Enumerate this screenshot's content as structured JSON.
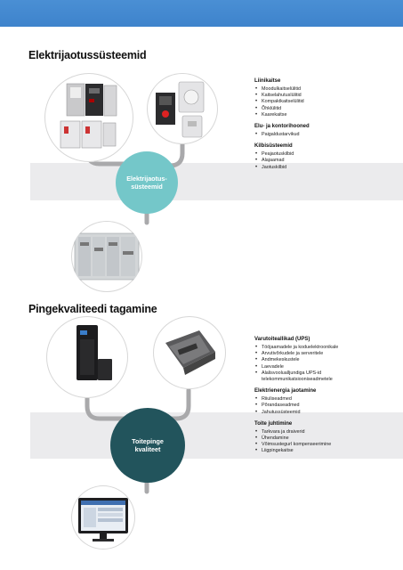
{
  "colors": {
    "topbar": "#3f86cf",
    "band": "#ebebed",
    "connector": "#a9a9ab",
    "teal_circle": "#74c7c9",
    "dark_circle": "#22545c"
  },
  "sections": [
    {
      "title": "Elektrijaotussüsteemid",
      "center_label_lines": [
        "Elektrijaotus-",
        "süsteemid"
      ],
      "photos": [
        "switchgear-breakers-photo",
        "safety-switches-photo",
        "distribution-cabinet-photo"
      ],
      "groups": [
        {
          "heading": "Liinikaitse",
          "items": [
            "Moodulkaitselülitid",
            "Kaitselahutuslülitid",
            "Kompaktkaitselülitid",
            "Õhklülitid",
            "Kaarekaitse"
          ]
        },
        {
          "heading": "Elu- ja kontorihooned",
          "items": [
            "Paigaldustarvikud"
          ]
        },
        {
          "heading": "Kilbisüsteemid",
          "items": [
            "Peajaotuskilbid",
            "Alajaamad",
            "Jaotuskilbid"
          ]
        }
      ]
    },
    {
      "title": "Pingekvaliteedi tagamine",
      "center_label_lines": [
        "Toitepinge",
        "kvaliteet"
      ],
      "photos": [
        "ups-tower-photo",
        "busbar-module-photo",
        "monitoring-screen-photo"
      ],
      "groups": [
        {
          "heading": "Varutoiteallikad (UPS)",
          "items": [
            "Tööjaamadele ja koduelektroonikale",
            "Arvutivõrkudele ja serveritele",
            "Andmekeskustele",
            "Laevadele",
            [
              "Alalisvoolualljundiga UPS-id",
              "telekommunikatsiooniseadmetele"
            ]
          ]
        },
        {
          "heading": "Elektrienergia jaotamine",
          "items": [
            "Riiuliseadmed",
            "Põrandaseadmed",
            "Jahutussüsteemid"
          ]
        },
        {
          "heading": "Toite juhtimine",
          "items": [
            "Tarkvara ja draiverid",
            "Ühendamine",
            "Võimsustegurl kompenseerimine",
            "Liigpingekaitse"
          ]
        }
      ]
    }
  ]
}
